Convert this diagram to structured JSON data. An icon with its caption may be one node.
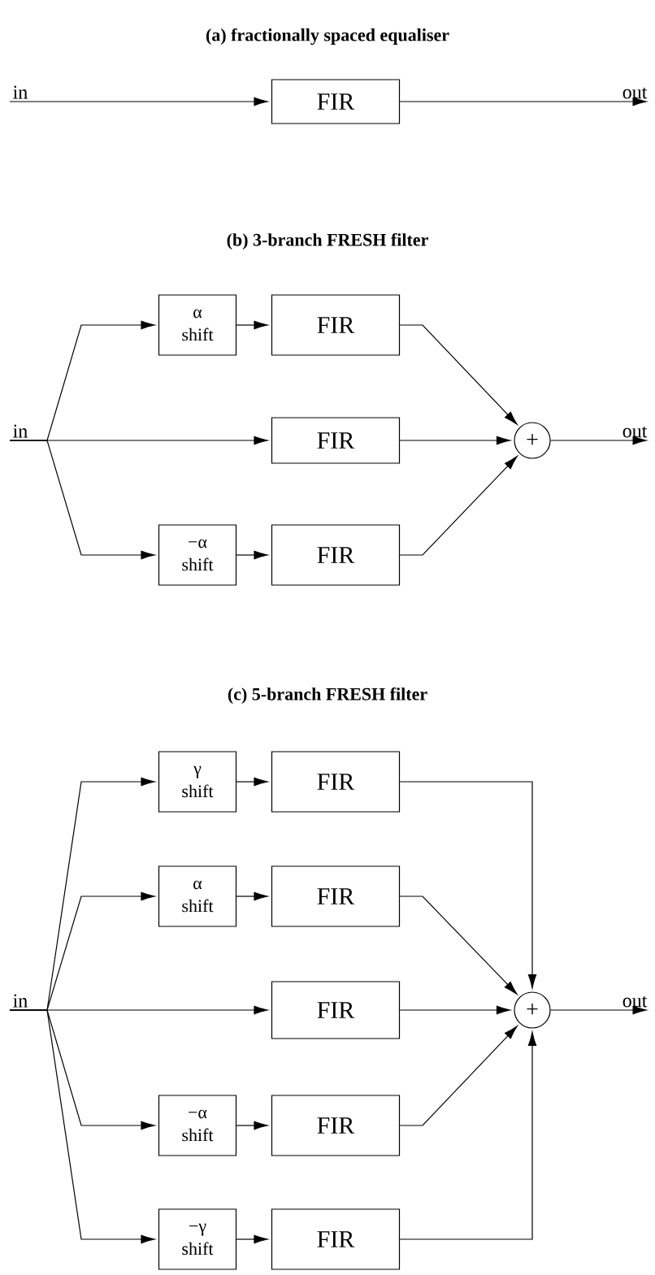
{
  "diagram": {
    "nodes": [
      {
        "text": [
          "in"
        ]
      },
      {
        "text": [
          "FIR"
        ]
      },
      {
        "text": [
          "out"
        ]
      },
      {
        "text": [
          "in"
        ]
      },
      {
        "text": [
          "α shift"
        ]
      },
      {
        "text": [
          "FIR"
        ]
      },
      {
        "text": [
          "FIR"
        ]
      },
      {
        "text": [
          "−α shift"
        ]
      },
      {
        "text": [
          "FIR"
        ]
      },
      {
        "text": [
          "+"
        ]
      },
      {
        "text": [
          "out"
        ]
      },
      {
        "text": [
          "in"
        ]
      },
      {
        "text": [
          "γ shift"
        ]
      },
      {
        "text": [
          "FIR"
        ]
      },
      {
        "text": [
          "α shift"
        ]
      },
      {
        "text": [
          "FIR"
        ]
      },
      {
        "text": [
          "FIR"
        ]
      },
      {
        "text": [
          "−α shift"
        ]
      },
      {
        "text": [
          "FIR"
        ]
      },
      {
        "text": [
          "−γ shift"
        ]
      },
      {
        "text": [
          "FIR"
        ]
      },
      {
        "text": [
          "+"
        ]
      },
      {
        "text": [
          "out"
        ]
      }
    ],
    "edges": [
      {
        "from": 0,
        "to": 1,
        "arrow": "to"
      },
      {
        "from": 1,
        "to": 2,
        "arrow": "to"
      },
      {
        "from": 3,
        "to": 4,
        "arrow": "to"
      },
      {
        "from": 4,
        "to": 5,
        "arrow": "to"
      },
      {
        "from": 5,
        "to": 9,
        "arrow": "to"
      },
      {
        "from": 3,
        "to": 6,
        "arrow": "to"
      },
      {
        "from": 6,
        "to": 9,
        "arrow": "to"
      },
      {
        "from": 3,
        "to": 7,
        "arrow": "to"
      },
      {
        "from": 7,
        "to": 8,
        "arrow": "to"
      },
      {
        "from": 8,
        "to": 9,
        "arrow": "to"
      },
      {
        "from": 9,
        "to": 10,
        "arrow": "to"
      },
      {
        "from": 11,
        "to": 12,
        "arrow": "to"
      },
      {
        "from": 12,
        "to": 13,
        "arrow": "to"
      },
      {
        "from": 13,
        "to": 21,
        "arrow": "to"
      },
      {
        "from": 11,
        "to": 14,
        "arrow": "to"
      },
      {
        "from": 14,
        "to": 15,
        "arrow": "to"
      },
      {
        "from": 15,
        "to": 21,
        "arrow": "to"
      },
      {
        "from": 11,
        "to": 16,
        "arrow": "to"
      },
      {
        "from": 16,
        "to": 21,
        "arrow": "to"
      },
      {
        "from": 11,
        "to": 17,
        "arrow": "to"
      },
      {
        "from": 17,
        "to": 18,
        "arrow": "to"
      },
      {
        "from": 18,
        "to": 21,
        "arrow": "to"
      },
      {
        "from": 11,
        "to": 19,
        "arrow": "to"
      },
      {
        "from": 19,
        "to": 20,
        "arrow": "to"
      },
      {
        "from": 20,
        "to": 21,
        "arrow": "to"
      },
      {
        "from": 21,
        "to": 22,
        "arrow": "to"
      }
    ],
    "labels": [
      "(a) fractionally spaced equaliser",
      "(b) 3-branch FRESH filter",
      "(c) 5-branch FRESH filter"
    ]
  }
}
